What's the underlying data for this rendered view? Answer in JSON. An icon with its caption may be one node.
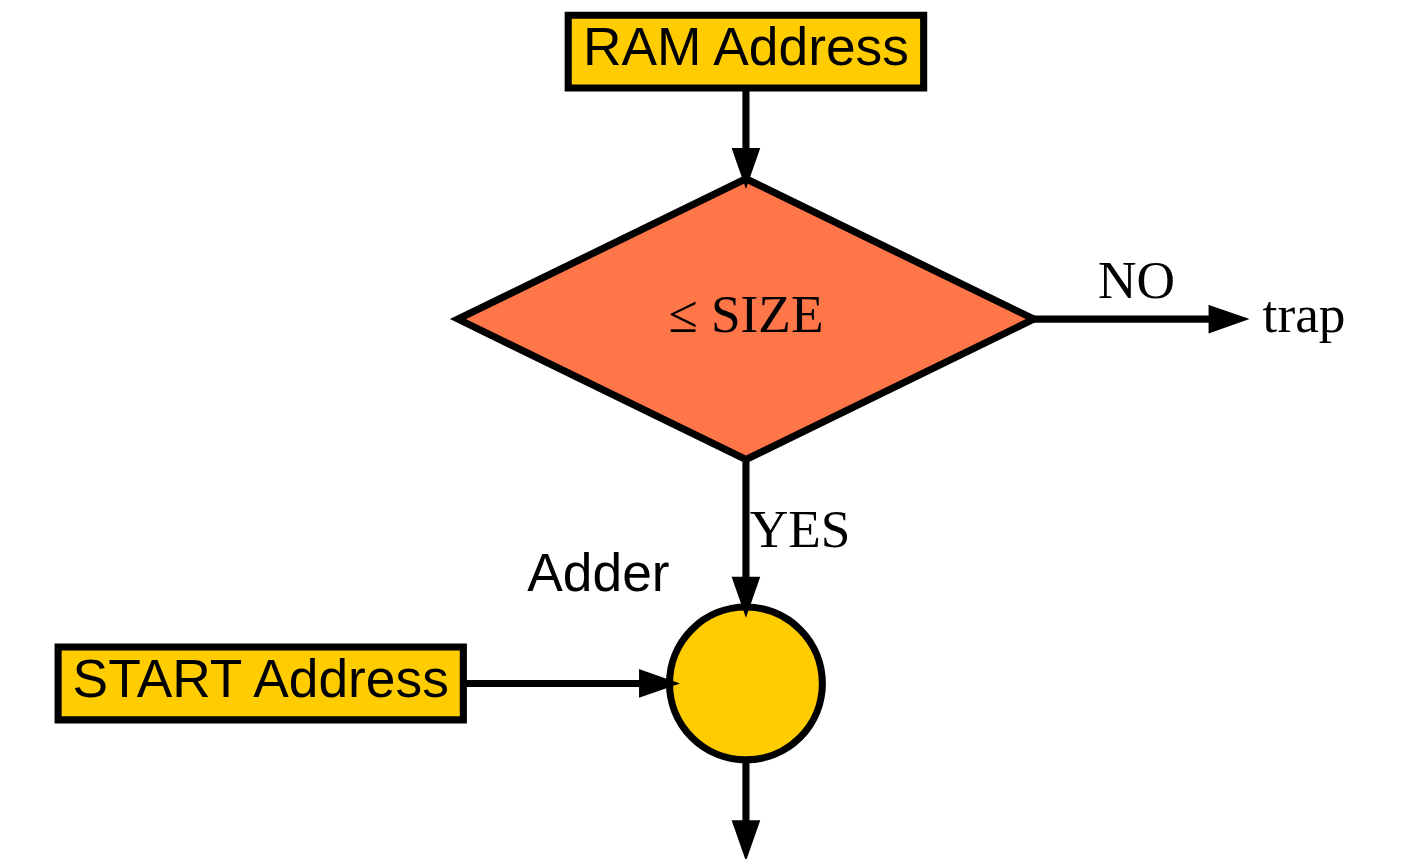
{
  "diagram": {
    "nodes": [
      {
        "text": [
          "RAM Address"
        ]
      },
      {
        "text": [
          "≤ SIZE"
        ]
      },
      {
        "text": [
          "trap"
        ]
      },
      {
        "text": [
          "START Address"
        ]
      },
      {
        "text": [],
        "shape": "circle",
        "beside": [
          "Adder"
        ]
      }
    ],
    "edges": [
      {
        "from": 0,
        "to": 1,
        "arrow": "to"
      },
      {
        "from": 1,
        "to": 2,
        "arrow": "to",
        "label": "NO"
      },
      {
        "from": 1,
        "to": 4,
        "arrow": "to",
        "label": "YES"
      },
      {
        "from": 3,
        "to": 4,
        "arrow": "to"
      },
      {
        "from": 4,
        "to": null,
        "arrow": "to"
      }
    ]
  }
}
